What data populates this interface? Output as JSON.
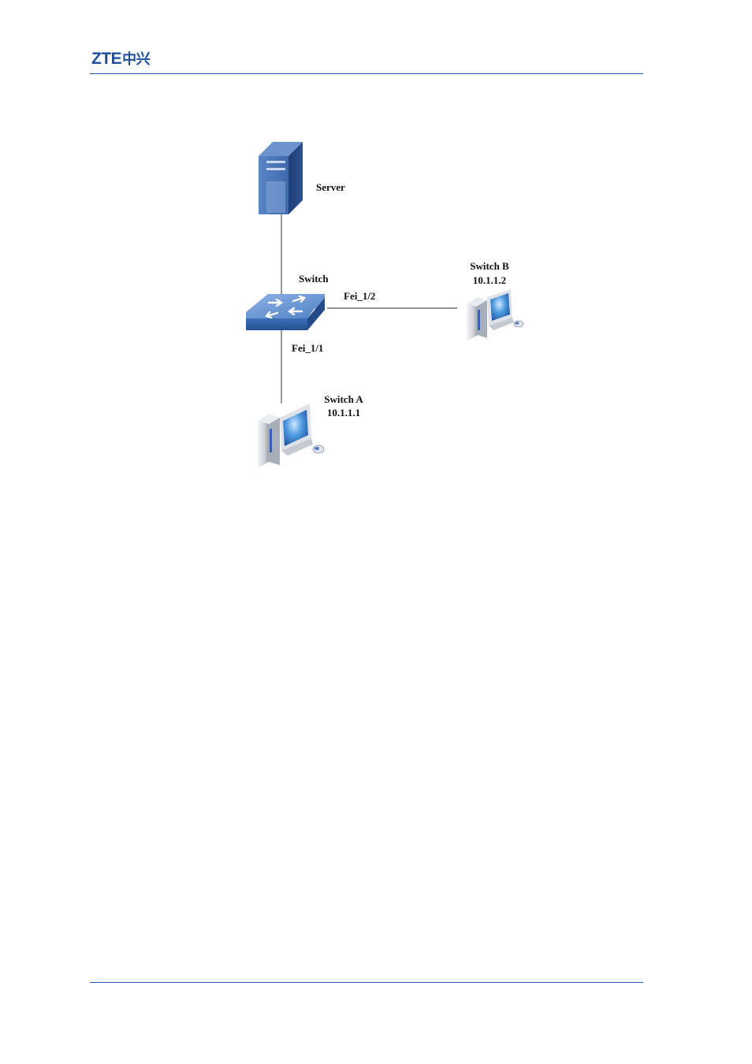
{
  "header": {
    "logo_latin": "ZTE",
    "logo_cjk": "中兴",
    "brand_color": "#1f4f9a"
  },
  "diagram": {
    "server": {
      "label": "Server",
      "icon": "server-tower-icon"
    },
    "switch": {
      "label": "Switch",
      "icon": "network-switch-icon"
    },
    "switch_b": {
      "name": "Switch B",
      "ip": "10.1.1.2",
      "icon": "computer-icon"
    },
    "switch_a": {
      "name": "Switch A",
      "ip": "10.1.1.1",
      "icon": "computer-icon"
    },
    "ports": {
      "to_switch_b": "Fei_1/2",
      "to_switch_a": "Fei_1/1"
    },
    "colors": {
      "device_blue": "#3f6fb8",
      "link_gray": "#555555"
    }
  }
}
